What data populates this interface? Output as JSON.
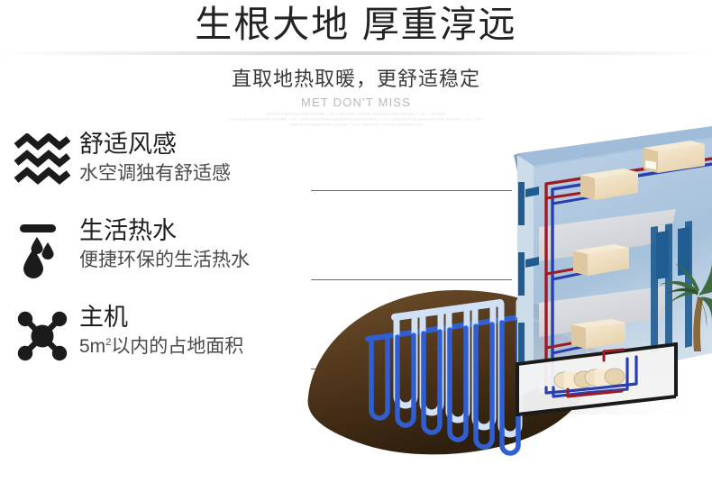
{
  "header": {
    "main_title": "生根大地 厚重淳远",
    "sub_title": "直取地热取暖，更舒适稳定",
    "en_title": "MET DON'T MISS",
    "micro_line_1": "TRIPLE DISINFECTOR  OZONE + UV + DRYING  TRIPLE DISINFECTOR  OZONE + UV + DRYING",
    "micro_line_2": "TRIPLE DISINFECTOR  OZONE + UV + DRYING  TRIPLE DISINFECTOR  OZONE + UV + DRYINGPLE DISINFECTOR  OZONE + UV + DRY",
    "micro_line_3": "TRIPLE DISINFECTOR  OZONE + UV + DRYING  TRIPLE DISINFECTOR"
  },
  "features": [
    {
      "icon": "triple-wave-icon",
      "title": "舒适风感",
      "desc": "水空调独有舒适感"
    },
    {
      "icon": "water-droplet-faucet-icon",
      "title": "生活热水",
      "desc": "便捷环保的生活热水"
    },
    {
      "icon": "compact-unit-node-icon",
      "title": "主机",
      "desc_prefix": "5m",
      "desc_sup": "2",
      "desc_suffix": "以内的占地面积"
    }
  ],
  "colors": {
    "title_text": "#232323",
    "subtitle_text": "#3a3a3a",
    "en_title_text": "#b9b9b9",
    "micro_text": "#e2e2e2",
    "leader_line": "#6e6e6e",
    "hot_pipe": "#9e1b22",
    "cold_pipe": "#2a3fae",
    "ground_loop": "#2f5fd0",
    "soil": "#5a4024",
    "building_glass": "#a9c3dd",
    "window_frame": "#1f5c92",
    "fan_coil": "#efe0c4",
    "foliage": "#3f6b43"
  },
  "illustration": {
    "name": "ground-source-heat-pump-building-cutaway",
    "elements": {
      "building": "multi-storey glass building cutaway",
      "fan_coil_units": 4,
      "ground_loops": 7,
      "supply_pipe": "red hot water supply",
      "return_pipe": "blue cold water return",
      "soil_mound": "brown earth cross-section",
      "palm_tree": "green palm tree"
    }
  }
}
